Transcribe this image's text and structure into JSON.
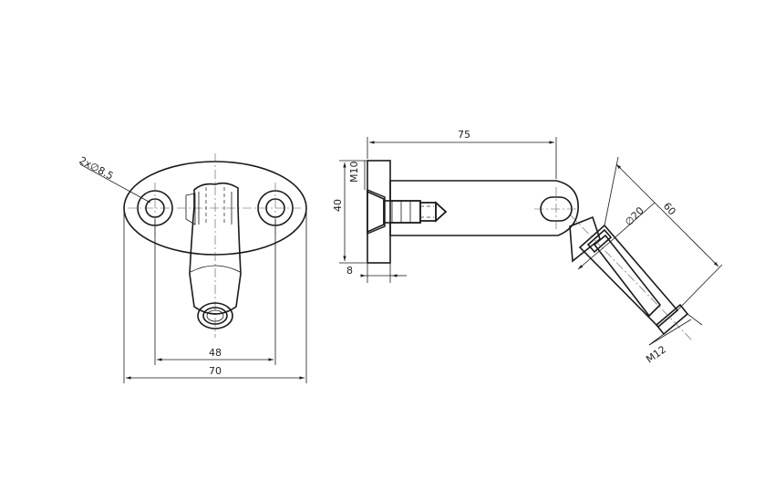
{
  "dimensions": {
    "holes": "2x∅8.5",
    "hole_spacing": "48",
    "plate_width": "70",
    "arm_length": "75",
    "thread_m10": "M10",
    "plate_height": "40",
    "plate_thickness": "8",
    "tube_diameter": "∅20",
    "tube_length": "60",
    "thread_m12": "M12"
  }
}
